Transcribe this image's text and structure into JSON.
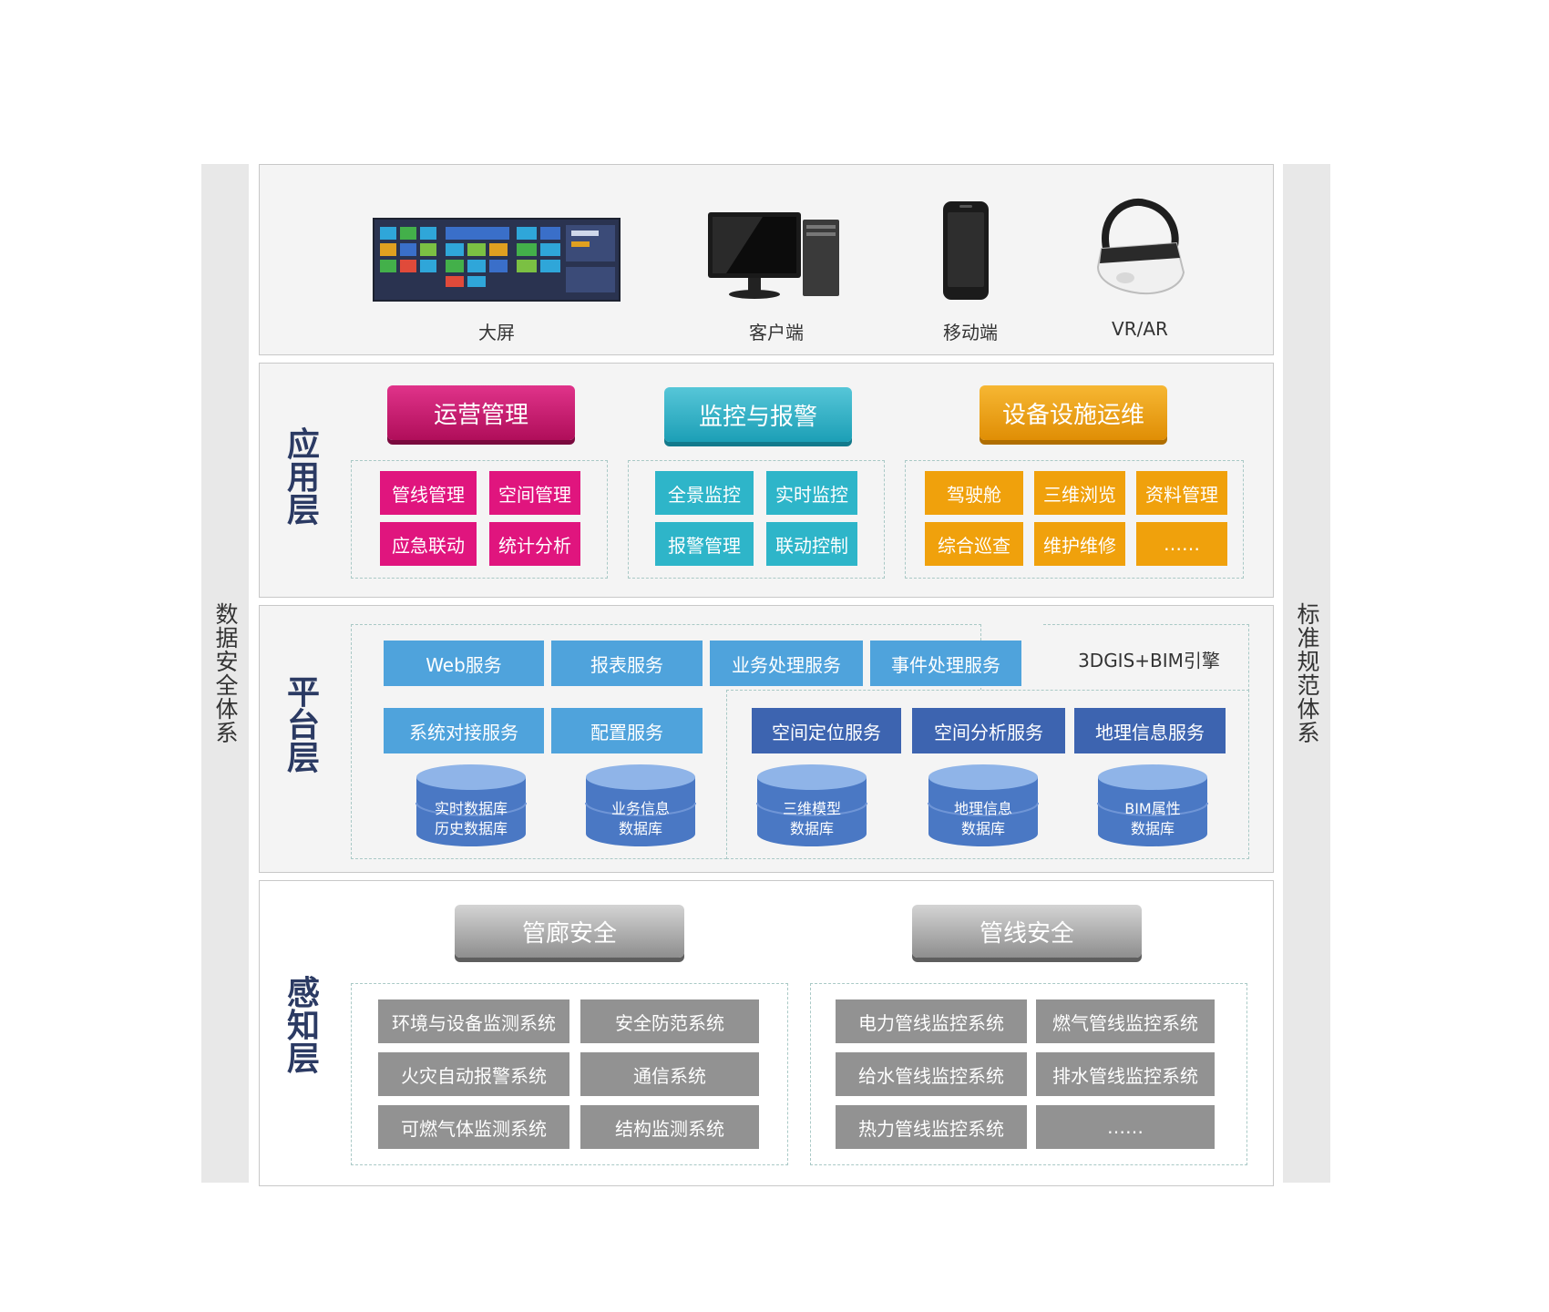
{
  "side_left": "数据安全体系",
  "side_right": "标准规范体系",
  "devices": [
    {
      "label": "大屏",
      "icon": "video-wall-icon"
    },
    {
      "label": "客户端",
      "icon": "desktop-computer-icon"
    },
    {
      "label": "移动端",
      "icon": "smartphone-icon"
    },
    {
      "label": "VR/AR",
      "icon": "vr-headset-icon"
    }
  ],
  "app_layer": {
    "title": "应用层",
    "groups": [
      {
        "header": "运营管理",
        "color": "#d4146e",
        "items": [
          "管线管理",
          "空间管理",
          "应急联动",
          "统计分析"
        ]
      },
      {
        "header": "监控与报警",
        "color": "#2bb3c9",
        "items": [
          "全景监控",
          "实时监控",
          "报警管理",
          "联动控制"
        ]
      },
      {
        "header": "设备设施运维",
        "color": "#f0a10c",
        "items": [
          "驾驶舱",
          "三维浏览",
          "资料管理",
          "综合巡查",
          "维护维修",
          "……"
        ]
      }
    ]
  },
  "platform_layer": {
    "title": "平台层",
    "services_light": [
      "Web服务",
      "报表服务",
      "业务处理服务",
      "事件处理服务",
      "系统对接服务",
      "配置服务"
    ],
    "engine_label": "3DGIS+BIM引擎",
    "services_dark": [
      "空间定位服务",
      "空间分析服务",
      "地理信息服务"
    ],
    "databases": [
      [
        "实时数据库",
        "历史数据库"
      ],
      [
        "业务信息",
        "数据库"
      ],
      [
        "三维模型",
        "数据库"
      ],
      [
        "地理信息",
        "数据库"
      ],
      [
        "BIM属性",
        "数据库"
      ]
    ],
    "colors": {
      "light": "#4fa3dc",
      "dark": "#3d64b0"
    }
  },
  "perception_layer": {
    "title": "感知层",
    "groups": [
      {
        "header": "管廊安全",
        "items": [
          "环境与设备监测系统",
          "安全防范系统",
          "火灾自动报警系统",
          "通信系统",
          "可燃气体监测系统",
          "结构监测系统"
        ]
      },
      {
        "header": "管线安全",
        "items": [
          "电力管线监控系统",
          "燃气管线监控系统",
          "给水管线监控系统",
          "排水管线监控系统",
          "热力管线监控系统",
          "……"
        ]
      }
    ],
    "color": "#929292"
  }
}
